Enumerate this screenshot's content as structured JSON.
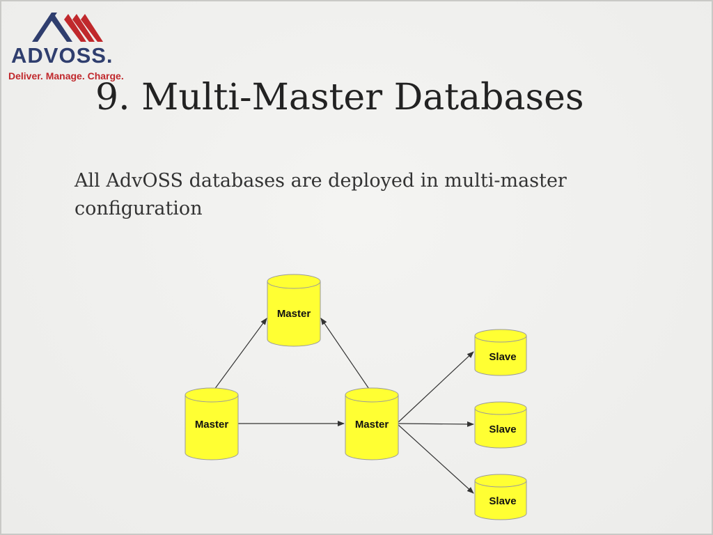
{
  "logo": {
    "word": "ADVOSS.",
    "tagline": "Deliver. Manage. Charge.",
    "colors": {
      "mark_navy": "#2f3e6e",
      "mark_red": "#c0282c"
    }
  },
  "title": "9. Multi-Master Databases",
  "body": "All AdvOSS databases are deployed in multi-master configuration",
  "diagram": {
    "nodes": {
      "master_top": "Master",
      "master_left": "Master",
      "master_right": "Master",
      "slave_1": "Slave",
      "slave_2": "Slave",
      "slave_3": "Slave"
    },
    "edges": [
      {
        "from": "master_left",
        "to": "master_top"
      },
      {
        "from": "master_right",
        "to": "master_top"
      },
      {
        "from": "master_left",
        "to": "master_right"
      },
      {
        "from": "master_right",
        "to": "slave_1"
      },
      {
        "from": "master_right",
        "to": "slave_2"
      },
      {
        "from": "master_right",
        "to": "slave_3"
      }
    ],
    "colors": {
      "cylinder_fill": "#ffff33",
      "cylinder_stroke": "#9a9a9a",
      "arrow": "#333333"
    }
  }
}
